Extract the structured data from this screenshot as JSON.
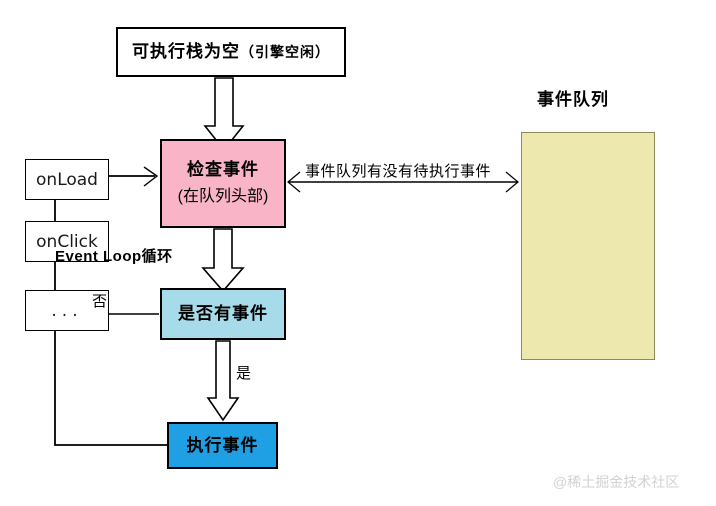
{
  "diagram": {
    "title_watermark": "@稀土掘金技术社区",
    "nodes": {
      "stack_empty": {
        "main": "可执行栈为空",
        "sub": "（引擎空闲）"
      },
      "check_event": {
        "main": "检查事件",
        "sub": "(在队列头部)"
      },
      "has_event": {
        "main": "是否有事件"
      },
      "exec_event": {
        "main": "执行事件"
      }
    },
    "queue": {
      "title": "事件队列",
      "items": [
        {
          "label": "onLoad"
        },
        {
          "label": "onClick"
        },
        {
          "label": "..."
        }
      ]
    },
    "labels": {
      "queue_question": "事件队列有没有待执行事件",
      "event_loop": "Event Loop循环",
      "no": "否",
      "yes": "是"
    },
    "colors": {
      "pink": "#f9b4c8",
      "light_blue": "#a8dbe9",
      "bright_blue": "#1fa0e4",
      "khaki": "#ece8ae",
      "stroke": "#000000",
      "watermark": "#d2d2d2"
    }
  }
}
